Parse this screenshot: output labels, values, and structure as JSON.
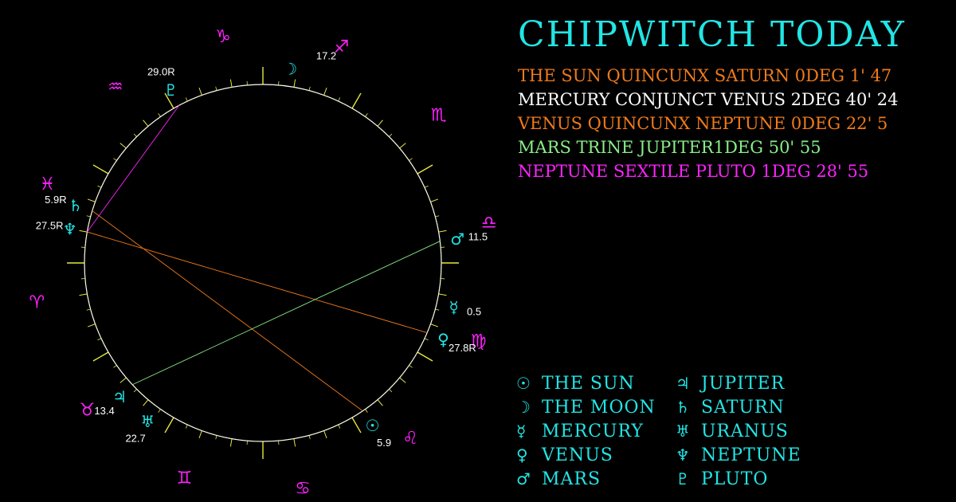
{
  "title": "CHIPWITCH TODAY",
  "aspects": [
    {
      "text": "THE SUN QUINCUNX SATURN 0DEG 1' 47",
      "color": "#f07a1a"
    },
    {
      "text": "MERCURY CONJUNCT VENUS 2DEG 40' 24",
      "color": "#ffffff"
    },
    {
      "text": "VENUS QUINCUNX NEPTUNE 0DEG 22' 5",
      "color": "#f07a1a"
    },
    {
      "text": "MARS TRINE JUPITER1DEG 50' 55",
      "color": "#88ee88"
    },
    {
      "text": "NEPTUNE SEXTILE PLUTO 1DEG 28' 55",
      "color": "#ff22ff"
    }
  ],
  "legend": [
    {
      "icon": "sun-icon",
      "symbol": "☉",
      "label": "THE SUN"
    },
    {
      "icon": "jupiter-icon",
      "symbol": "♃",
      "label": "JUPITER"
    },
    {
      "icon": "moon-icon",
      "symbol": "☽",
      "label": "THE MOON"
    },
    {
      "icon": "saturn-icon",
      "symbol": "♄",
      "label": "SATURN"
    },
    {
      "icon": "mercury-icon",
      "symbol": "☿",
      "label": "MERCURY"
    },
    {
      "icon": "uranus-icon",
      "symbol": "♅",
      "label": "URANUS"
    },
    {
      "icon": "venus-icon",
      "symbol": "♀",
      "label": "VENUS"
    },
    {
      "icon": "neptune-icon",
      "symbol": "♆",
      "label": "NEPTUNE"
    },
    {
      "icon": "mars-icon",
      "symbol": "♂",
      "label": "MARS"
    },
    {
      "icon": "pluto-icon",
      "symbol": "♇",
      "label": "PLUTO"
    }
  ],
  "zodiac": [
    {
      "name": "capricorn-icon",
      "symbol": "♑",
      "angle": 100
    },
    {
      "name": "sagittarius-icon",
      "symbol": "♐",
      "angle": 70
    },
    {
      "name": "aquarius-icon",
      "symbol": "♒",
      "angle": 130
    },
    {
      "name": "scorpio-icon",
      "symbol": "♏",
      "angle": 40
    },
    {
      "name": "pisces-icon",
      "symbol": "♓",
      "angle": 160
    },
    {
      "name": "libra-icon",
      "symbol": "♎",
      "angle": 10
    },
    {
      "name": "aries-icon",
      "symbol": "♈",
      "angle": 190
    },
    {
      "name": "virgo-icon",
      "symbol": "♍",
      "angle": 340
    },
    {
      "name": "taurus-icon",
      "symbol": "♉",
      "angle": 220
    },
    {
      "name": "leo-icon",
      "symbol": "♌",
      "angle": 310
    },
    {
      "name": "gemini-icon",
      "symbol": "♊",
      "angle": 250
    },
    {
      "name": "cancer-icon",
      "symbol": "♋",
      "angle": 280
    }
  ],
  "planets": [
    {
      "name": "sun",
      "icon": "sun-icon",
      "symbol": "☉",
      "angle": 304,
      "degree": "5.9"
    },
    {
      "name": "moon",
      "icon": "moon-icon",
      "symbol": "☽",
      "angle": 82,
      "degree": ""
    },
    {
      "name": "mercury",
      "icon": "mercury-icon",
      "symbol": "☿",
      "angle": 347,
      "degree": "0.5"
    },
    {
      "name": "venus",
      "icon": "venus-icon",
      "symbol": "♀",
      "angle": 337,
      "degree": "27.8R"
    },
    {
      "name": "mars",
      "icon": "mars-icon",
      "symbol": "♂",
      "angle": 7,
      "degree": "11.5"
    },
    {
      "name": "jupiter",
      "icon": "jupiter-icon",
      "symbol": "♃",
      "angle": 223,
      "degree": "13.4"
    },
    {
      "name": "saturn",
      "icon": "saturn-icon",
      "symbol": "♄",
      "angle": 163,
      "degree": "5.9R"
    },
    {
      "name": "uranus",
      "icon": "uranus-icon",
      "symbol": "♅",
      "angle": 234,
      "degree": "22.7"
    },
    {
      "name": "neptune",
      "icon": "neptune-icon",
      "symbol": "♆",
      "angle": 170,
      "degree": "27.5R"
    },
    {
      "name": "pluto",
      "icon": "pluto-icon",
      "symbol": "♇",
      "angle": 118,
      "degree": "29.0R"
    },
    {
      "name": "extra",
      "icon": "",
      "symbol": "",
      "angle": 73,
      "degree": "17.2"
    }
  ],
  "aspect_lines": [
    {
      "from": "neptune",
      "to": "pluto",
      "color": "#ff22ff"
    },
    {
      "from": "sun",
      "to": "saturn",
      "color": "#f07a1a"
    },
    {
      "from": "venus",
      "to": "neptune",
      "color": "#f07a1a"
    },
    {
      "from": "mars",
      "to": "jupiter",
      "color": "#88ee88"
    }
  ]
}
